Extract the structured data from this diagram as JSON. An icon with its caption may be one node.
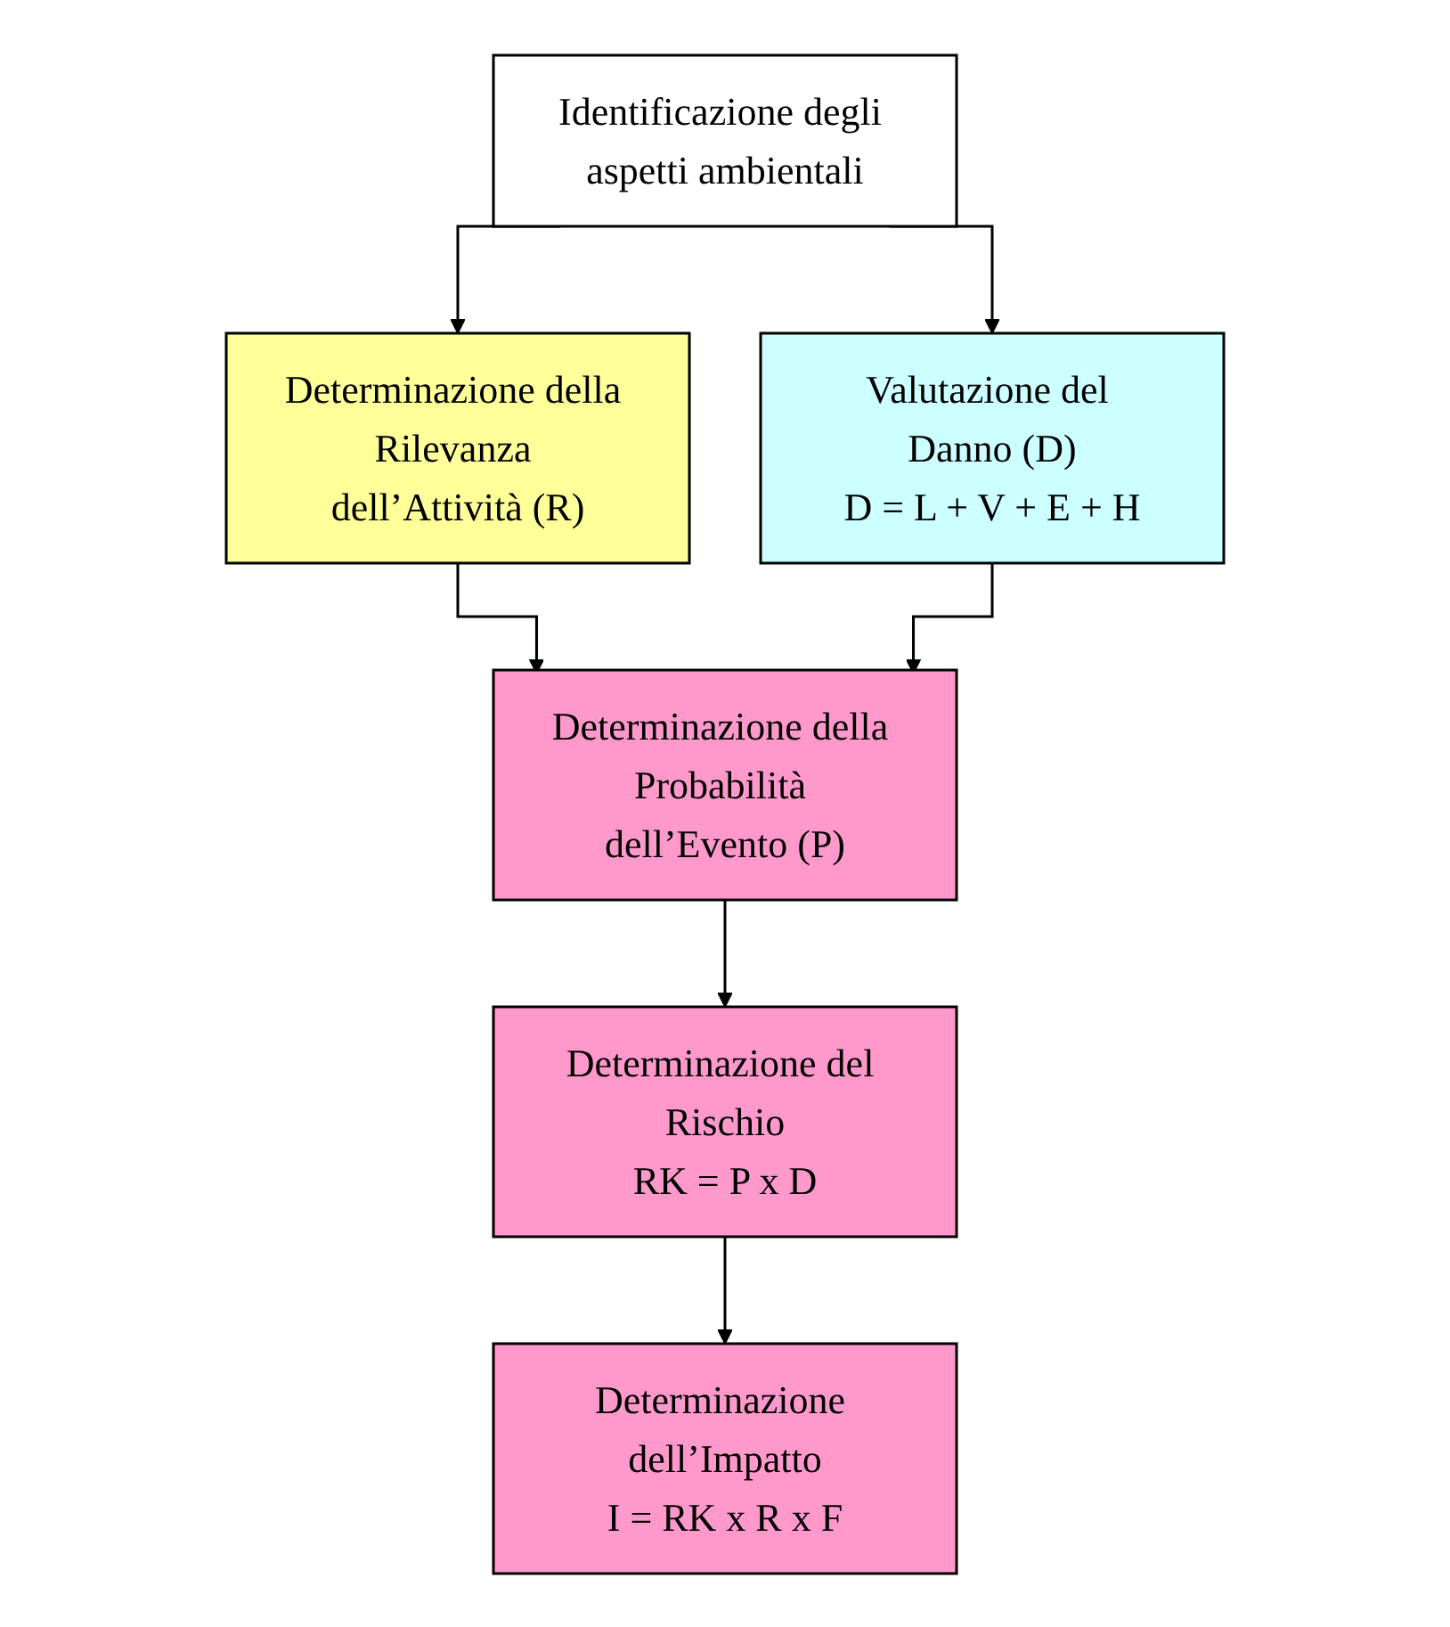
{
  "diagram": {
    "nodes": [
      {
        "text": [
          "Identificazione degli aspetti ambientali"
        ]
      },
      {
        "text": [
          "Determinazione della Rilevanza dell’Attività (R)"
        ]
      },
      {
        "text": [
          "Valutazione del Danno (D)",
          "D = L + V + E + H"
        ]
      },
      {
        "text": [
          "Determinazione della Probabilità dell’Evento (P)"
        ]
      },
      {
        "text": [
          "Determinazione del Rischio",
          "RK = P x D"
        ]
      },
      {
        "text": [
          "Determinazione dell’Impatto",
          "I = RK x R x F"
        ]
      }
    ],
    "edges": [
      {
        "from": 0,
        "to": 1,
        "arrow": "to"
      },
      {
        "from": 0,
        "to": 2,
        "arrow": "to"
      },
      {
        "from": 1,
        "to": 3,
        "arrow": "to"
      },
      {
        "from": 2,
        "to": 3,
        "arrow": "to"
      },
      {
        "from": 3,
        "to": 4,
        "arrow": "to"
      },
      {
        "from": 4,
        "to": 5,
        "arrow": "to"
      }
    ]
  }
}
